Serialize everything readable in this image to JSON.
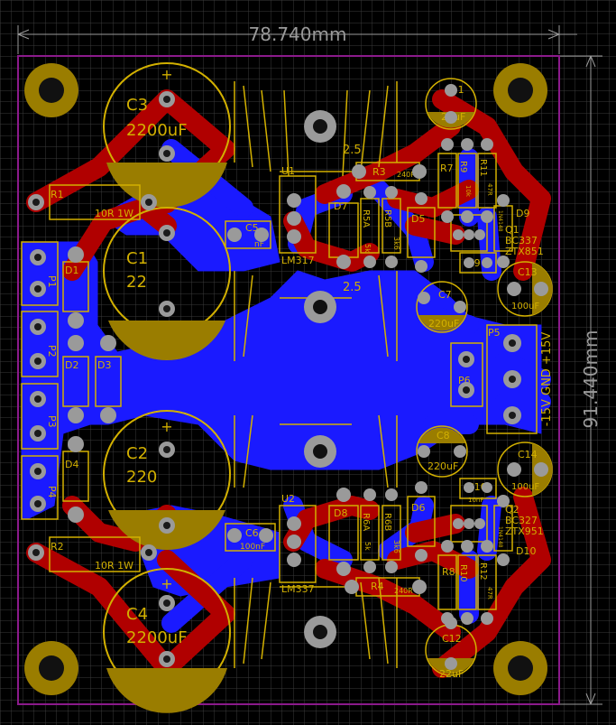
{
  "dimensions": {
    "width_label": "78.740mm",
    "height_label": "91.440mm"
  },
  "colors": {
    "background": "#000000",
    "grid": "#3a3a3a",
    "outline": "#8b1a8b",
    "dimension": "#9a9a9a",
    "silk": "#d2b000",
    "top_copper": "#b00000",
    "bottom_copper": "#1a1aff",
    "pad": "#9a9a9a",
    "mount": "#9a7d00"
  },
  "components": {
    "c3": {
      "ref": "C3",
      "value": "2200uF"
    },
    "c1": {
      "ref": "C1",
      "value": "22"
    },
    "c2": {
      "ref": "C2",
      "value": "220"
    },
    "c4": {
      "ref": "C4",
      "value": "2200uF"
    },
    "r1": {
      "ref": "R1",
      "value": "10R 1W"
    },
    "r2": {
      "ref": "R2",
      "value": "10R 1W"
    },
    "p1": "P1",
    "p2": "P2",
    "p3": "P3",
    "p4": "P4",
    "d1": "D1",
    "d2": "D2",
    "d3": "D3",
    "d4": "D4",
    "u1": {
      "ref": "U1",
      "value": "LM317"
    },
    "u2": {
      "ref": "U2",
      "value": "LM337"
    },
    "c5": {
      "ref": "C5",
      "value": "nF"
    },
    "c6": {
      "ref": "C6",
      "value": "100nF"
    },
    "d7": "D7",
    "d8": "D8",
    "r3": {
      "ref": "R3",
      "value": "240R"
    },
    "r4": {
      "ref": "R4",
      "value": "240R"
    },
    "r5a": {
      "ref": "R5A",
      "value": "5k"
    },
    "r5b": {
      "ref": "R5B",
      "value": "3k6"
    },
    "r6a": {
      "ref": "R6A",
      "value": "5k"
    },
    "r6b": {
      "ref": "R6B",
      "value": "3k6"
    },
    "d5": "D5",
    "d6": "D6",
    "spacing_top": "2.5",
    "spacing_mid": "2.5",
    "c11": {
      "ref": "C11",
      "value": "22uF"
    },
    "c12": {
      "ref": "C12",
      "value": "22uF"
    },
    "r7": "R7",
    "r8": "R8",
    "r9": {
      "ref": "R9",
      "value": "10k"
    },
    "r10": "R10",
    "r11": {
      "ref": "R11",
      "value": "47R"
    },
    "r12": {
      "ref": "R12",
      "value": "47R"
    },
    "q1": {
      "ref": "Q1",
      "part1": "BC337",
      "part2": "ZTX851"
    },
    "q2": {
      "ref": "Q2",
      "part1": "BC327",
      "part2": "ZTX951"
    },
    "d9": {
      "ref": "D9",
      "value": "1N4148"
    },
    "d10": {
      "ref": "D10",
      "value": "1N4148"
    },
    "c9": "C9",
    "c10": {
      "ref": "C10",
      "value": "10nF"
    },
    "c13": {
      "ref": "C13",
      "value": "100uF"
    },
    "c14": {
      "ref": "C14",
      "value": "100uF"
    },
    "c7": {
      "ref": "C7",
      "value": "220uF"
    },
    "c8": {
      "ref": "C8",
      "value": "220uF"
    },
    "p5": "P5",
    "p6": "P6",
    "p5_pins": "-15V  GND  +15V"
  }
}
